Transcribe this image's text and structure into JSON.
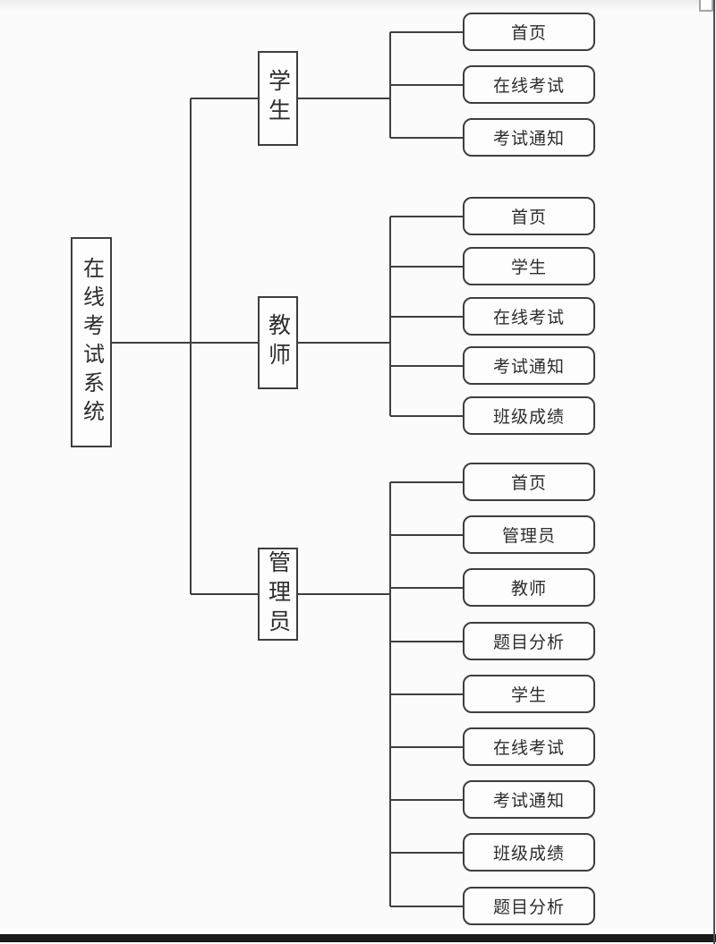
{
  "page": {
    "background": "#fbfbfb",
    "top_tint": "#ededed",
    "line_color": "#3f3f3f",
    "box_border_color": "#3e3e3e",
    "box_fill": "#fdfdfd",
    "text_color": "#2d2d2d",
    "bottom_bar_color": "#1a1a1a",
    "edge_line_color": "#4f4f4f",
    "corner_tab_border": "#a5a5a5"
  },
  "diagram": {
    "root": {
      "label": "在线考试系统"
    },
    "branches": [
      {
        "label": "学生",
        "children": [
          {
            "label": "首页"
          },
          {
            "label": "在线考试"
          },
          {
            "label": "考试通知"
          }
        ]
      },
      {
        "label": "教师",
        "children": [
          {
            "label": "首页"
          },
          {
            "label": "学生"
          },
          {
            "label": "在线考试"
          },
          {
            "label": "考试通知"
          },
          {
            "label": "班级成绩"
          }
        ]
      },
      {
        "label": "管理员",
        "children": [
          {
            "label": "首页"
          },
          {
            "label": "管理员"
          },
          {
            "label": "教师"
          },
          {
            "label": "题目分析"
          },
          {
            "label": "学生"
          },
          {
            "label": "在线考试"
          },
          {
            "label": "考试通知"
          },
          {
            "label": "班级成绩"
          },
          {
            "label": "题目分析"
          }
        ]
      }
    ]
  }
}
